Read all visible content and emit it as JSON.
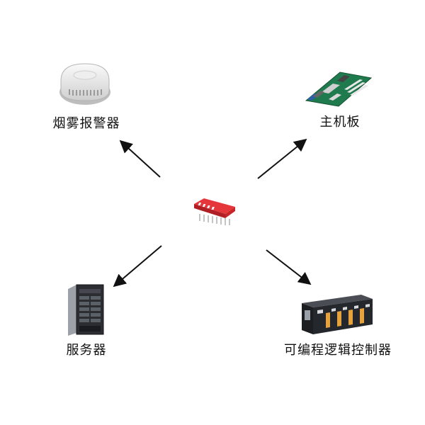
{
  "nodes": {
    "smoke_alarm": {
      "label": "烟雾报警器",
      "icon": "smoke-detector-icon"
    },
    "motherboard": {
      "label": "主机板",
      "icon": "motherboard-icon"
    },
    "server": {
      "label": "服务器",
      "icon": "tower-server-icon"
    },
    "plc": {
      "label": "可编程逻辑控制器",
      "icon": "plc-module-icon"
    },
    "center": {
      "icon": "dip-switch-icon"
    }
  },
  "colors": {
    "dip_switch": "#d8262c",
    "arrow": "#111111",
    "motherboard": "#1f7a4d",
    "server": "#2b2d33",
    "plc": "#24272c",
    "plc_accent": "#e6a23c"
  }
}
